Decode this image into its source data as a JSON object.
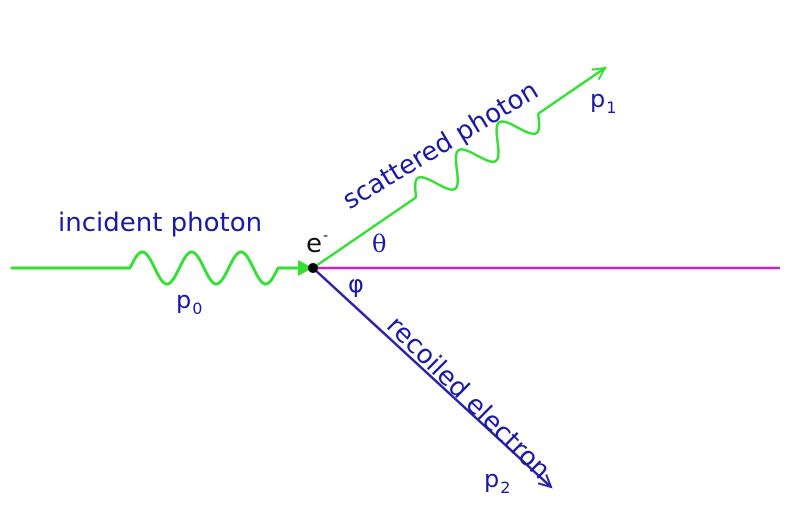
{
  "labels": {
    "incident_photon": "incident photon",
    "scattered_photon": "scattered photon",
    "recoiled_electron": "recoiled electron",
    "electron_symbol": "e",
    "electron_charge": "-",
    "theta": "θ",
    "phi": "φ",
    "p0_base": "p",
    "p0_sub": "0",
    "p1_base": "p",
    "p1_sub": "1",
    "p2_base": "p",
    "p2_sub": "2"
  },
  "colors": {
    "photon": "#33e033",
    "electron_path": "#2a22a8",
    "reference_axis": "#cc22cc",
    "text": "#1a1aa6",
    "vertex": "#000000"
  }
}
